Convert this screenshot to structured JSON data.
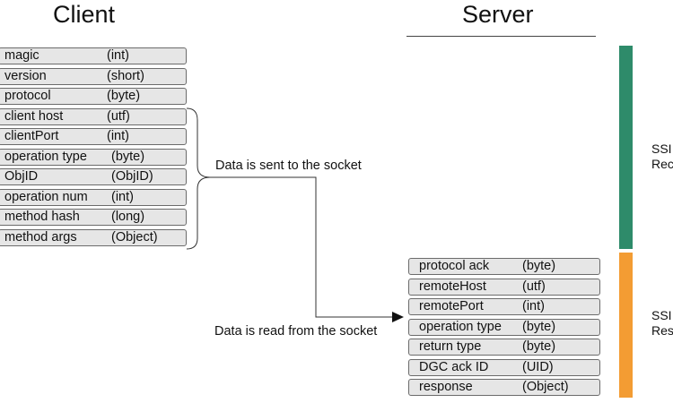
{
  "client": {
    "title": "Client",
    "fields": [
      {
        "name": "magic",
        "type": "(int)"
      },
      {
        "name": "version",
        "type": "(short)"
      },
      {
        "name": "protocol",
        "type": "(byte)"
      },
      {
        "name": "client host",
        "type": "(utf)"
      },
      {
        "name": "clientPort",
        "type": "(int)"
      },
      {
        "name": "operation type",
        "type": "(byte)"
      },
      {
        "name": "ObjID",
        "type": "(ObjID)"
      },
      {
        "name": "operation num",
        "type": "(int)"
      },
      {
        "name": "method hash",
        "type": "(long)"
      },
      {
        "name": "method args",
        "type": "(Object)"
      }
    ]
  },
  "server": {
    "title": "Server",
    "fields": [
      {
        "name": "protocol ack",
        "type": "(byte)"
      },
      {
        "name": "remoteHost",
        "type": "(utf)"
      },
      {
        "name": "remotePort",
        "type": "(int)"
      },
      {
        "name": "operation type",
        "type": "(byte)"
      },
      {
        "name": "return type",
        "type": "(byte)"
      },
      {
        "name": "DGC ack ID",
        "type": "(UID)"
      },
      {
        "name": "response",
        "type": "(Object)"
      }
    ]
  },
  "flow": {
    "sent_label": "Data is sent to the socket",
    "read_label": "Data is read from the socket"
  },
  "bands": {
    "request": {
      "color": "#2e8b6a",
      "line1": "SSI",
      "line2": "Rec"
    },
    "response": {
      "color": "#f39c33",
      "line1": "SSI",
      "line2": "Res"
    }
  }
}
